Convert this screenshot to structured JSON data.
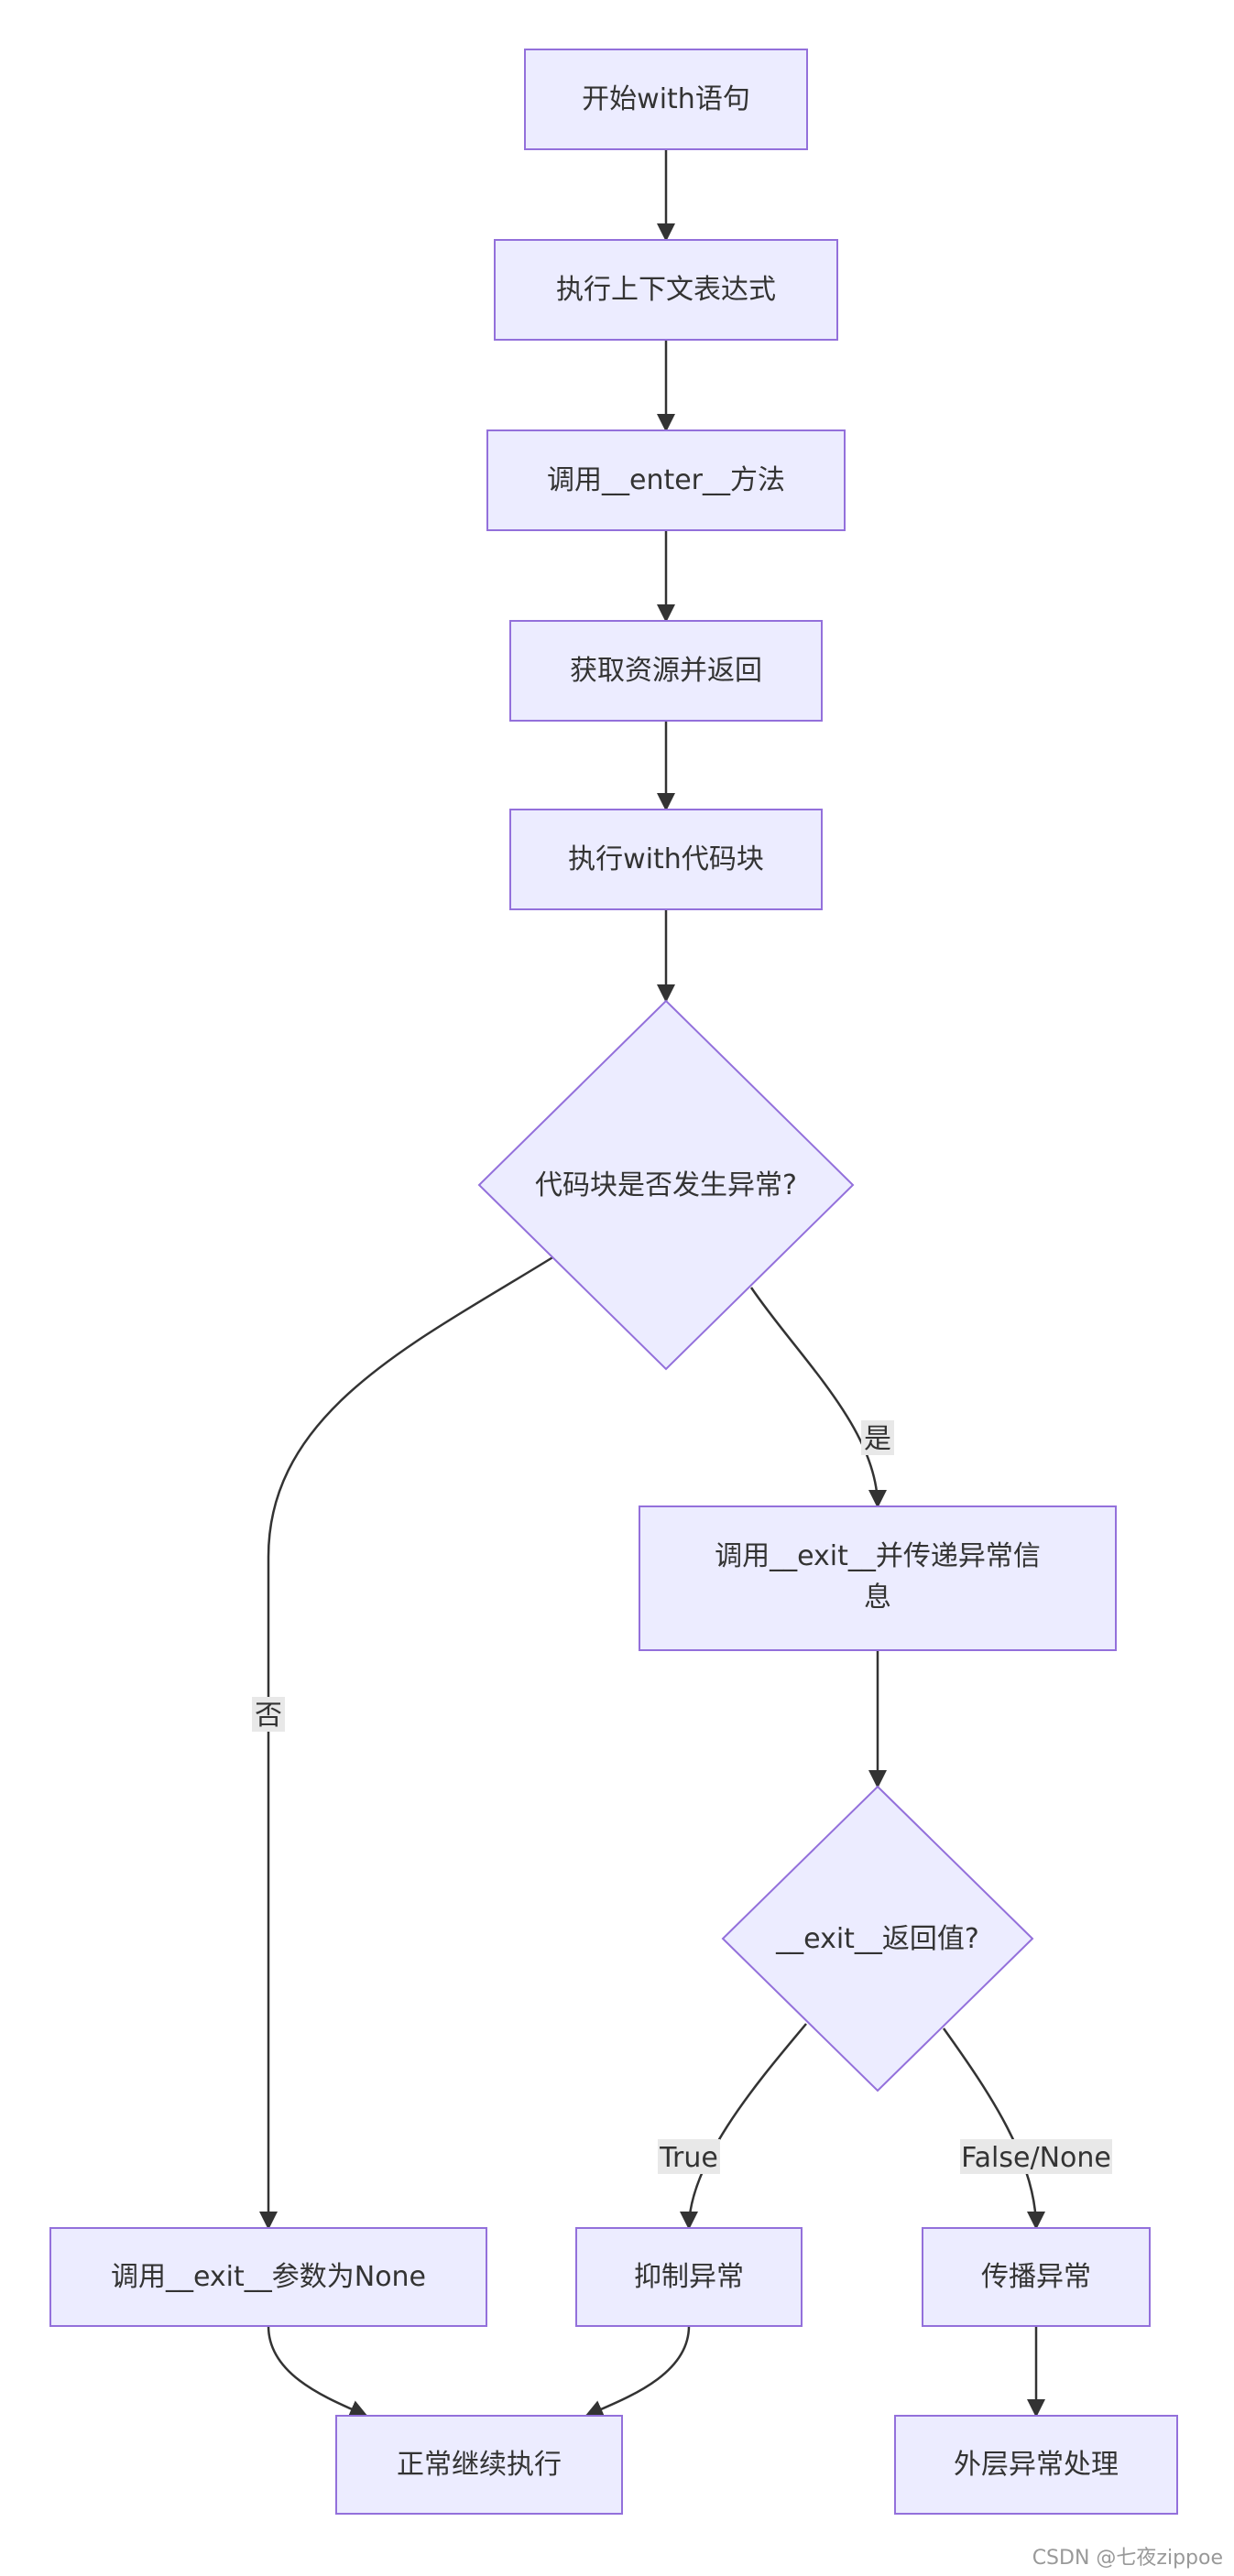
{
  "nodes": {
    "start": "开始with语句",
    "eval_ctx": "执行上下文表达式",
    "call_enter": "调用__enter__方法",
    "get_resource": "获取资源并返回",
    "exec_block": "执行with代码块",
    "exception_check": "代码块是否发生异常?",
    "exit_with_exc_line1": "调用__exit__并传递异常信",
    "exit_with_exc_line2": "息",
    "exit_return": "__exit__返回值?",
    "exit_none": "调用__exit__参数为None",
    "suppress": "抑制异常",
    "propagate": "传播异常",
    "continue": "正常继续执行",
    "outer_handle": "外层异常处理"
  },
  "edges": {
    "yes": "是",
    "no": "否",
    "true": "True",
    "false_none": "False/None"
  },
  "watermark": "CSDN @七夜zippoe",
  "colors": {
    "node_fill": "#ececff",
    "node_stroke": "#9370db",
    "edge": "#333333",
    "label_bg": "#e8e8e8"
  }
}
